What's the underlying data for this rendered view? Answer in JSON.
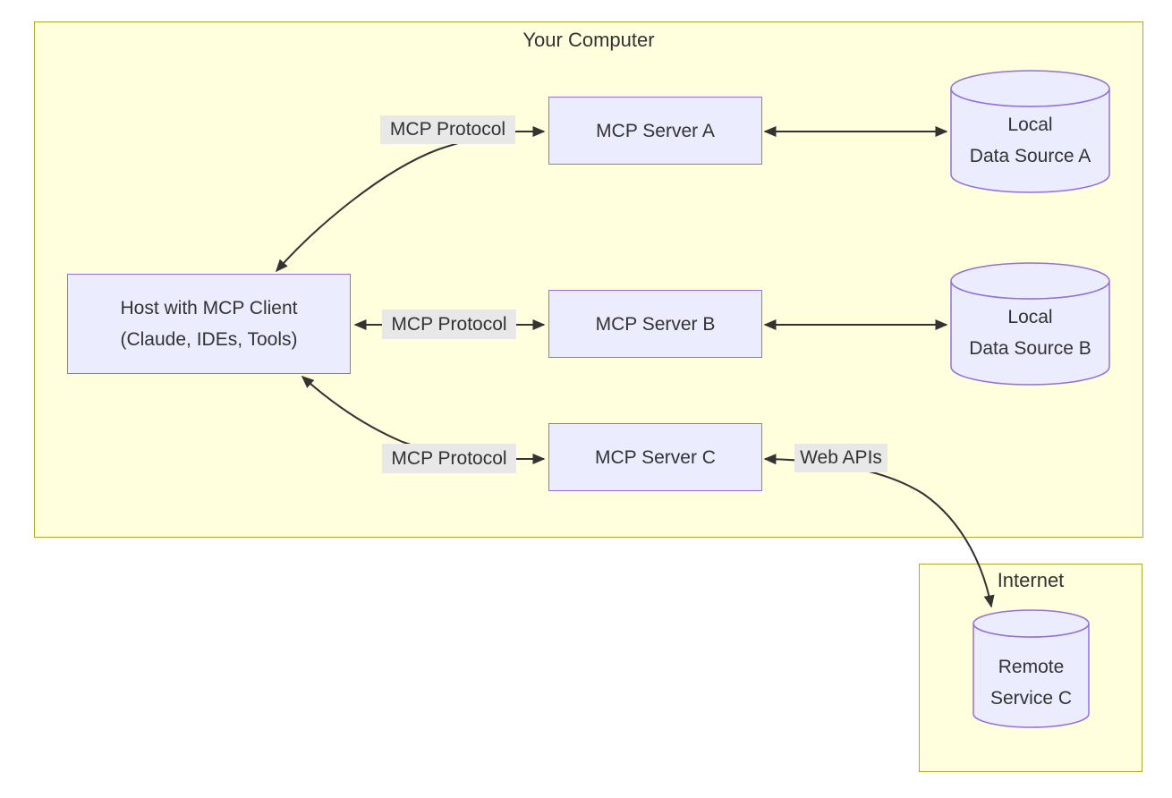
{
  "colors": {
    "canvas_bg": "#ffffff",
    "cluster_fill": "#ffffde",
    "cluster_border": "#aaaa33",
    "node_fill": "#ECECFF",
    "node_border": "#9370DB",
    "edge": "#333333",
    "edge_label_bg": "#e8e8e8",
    "text": "#333333"
  },
  "diagram": {
    "type": "flowchart",
    "clusters": [
      {
        "id": "your-computer",
        "title": "Your Computer"
      },
      {
        "id": "internet",
        "title": "Internet"
      }
    ],
    "nodes": [
      {
        "id": "host",
        "shape": "rectangle",
        "lines": [
          "Host with MCP Client",
          "(Claude, IDEs, Tools)"
        ]
      },
      {
        "id": "server-a",
        "shape": "rectangle",
        "lines": [
          "MCP Server A"
        ]
      },
      {
        "id": "server-b",
        "shape": "rectangle",
        "lines": [
          "MCP Server B"
        ]
      },
      {
        "id": "server-c",
        "shape": "rectangle",
        "lines": [
          "MCP Server C"
        ]
      },
      {
        "id": "data-source-a",
        "shape": "cylinder",
        "lines": [
          "Local",
          "Data Source A"
        ]
      },
      {
        "id": "data-source-b",
        "shape": "cylinder",
        "lines": [
          "Local",
          "Data Source B"
        ]
      },
      {
        "id": "remote-service-c",
        "shape": "cylinder",
        "lines": [
          "Remote",
          "Service C"
        ]
      }
    ],
    "edges": [
      {
        "from": "host",
        "to": "server-a",
        "label": "MCP Protocol",
        "direction": "bidirectional"
      },
      {
        "from": "host",
        "to": "server-b",
        "label": "MCP Protocol",
        "direction": "bidirectional"
      },
      {
        "from": "host",
        "to": "server-c",
        "label": "MCP Protocol",
        "direction": "bidirectional"
      },
      {
        "from": "server-a",
        "to": "data-source-a",
        "label": "",
        "direction": "bidirectional"
      },
      {
        "from": "server-b",
        "to": "data-source-b",
        "label": "",
        "direction": "bidirectional"
      },
      {
        "from": "server-c",
        "to": "remote-service-c",
        "label": "Web APIs",
        "direction": "bidirectional"
      }
    ]
  }
}
